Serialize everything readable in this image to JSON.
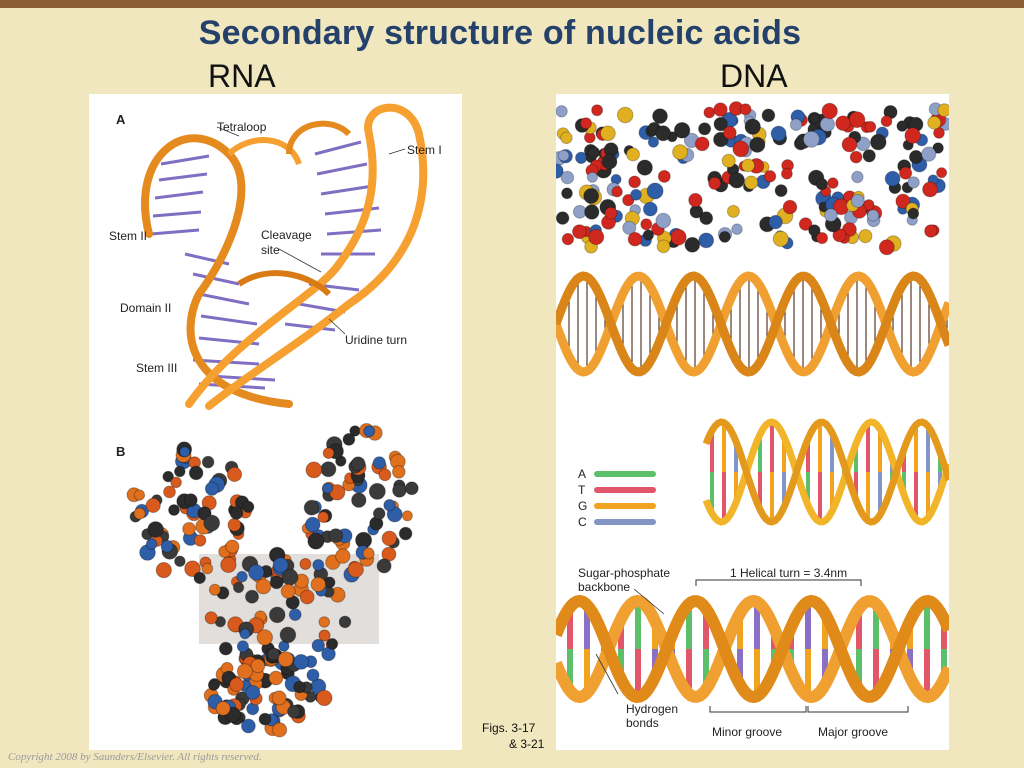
{
  "slide": {
    "title": "Secondary structure of nucleic acids",
    "left_heading": "RNA",
    "right_heading": "DNA",
    "figure_caption_line1": "Figs. 3-17",
    "figure_caption_line2": "& 3-21",
    "copyright": "Copyright 2008 by Saunders/Elsevier. All rights reserved."
  },
  "rna_panel": {
    "part_a_label": "A",
    "part_b_label": "B",
    "labels": {
      "tetraloop": "Tetraloop",
      "stem_i": "Stem I",
      "stem_ii": "Stem II",
      "cleavage_1": "Cleavage",
      "cleavage_2": "site",
      "domain_ii": "Domain II",
      "uridine_turn": "Uridine turn",
      "stem_iii": "Stem III"
    }
  },
  "dna_panel": {
    "legend": [
      {
        "letter": "A",
        "color": "#5cbf6a"
      },
      {
        "letter": "T",
        "color": "#e2566a"
      },
      {
        "letter": "G",
        "color": "#f0a31e"
      },
      {
        "letter": "C",
        "color": "#8295c4"
      }
    ],
    "labels": {
      "backbone_1": "Sugar-phosphate",
      "backbone_2": "backbone",
      "helical_turn": "1 Helical turn = 3.4nm",
      "hydrogen_1": "Hydrogen",
      "hydrogen_2": "bonds",
      "minor_groove": "Minor groove",
      "major_groove": "Major groove"
    }
  },
  "colors": {
    "title": "#24416b",
    "background": "#f0e7be",
    "top_bar": "#8b5e34",
    "ribbon": "#f5a030",
    "atom_oxygen": "#d0281e",
    "atom_carbon": "#2b2b2b",
    "atom_nitrogen": "#2f5ea8"
  }
}
